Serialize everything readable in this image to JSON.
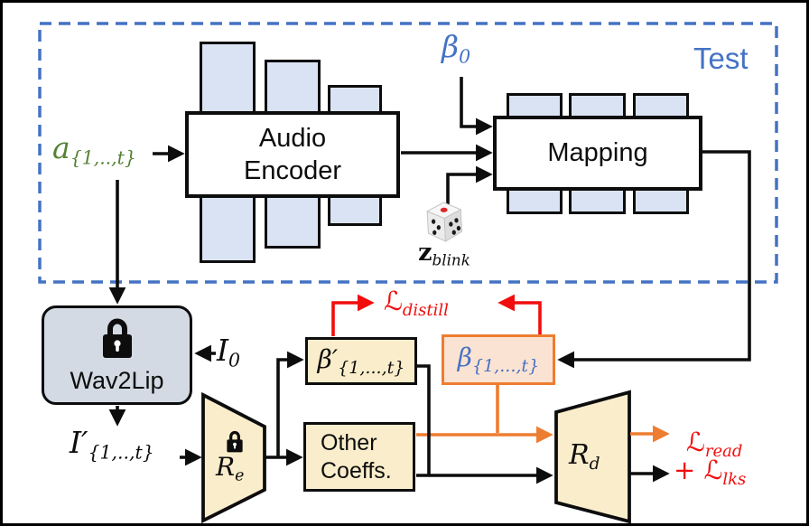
{
  "colors": {
    "ink": "#0d0d0d",
    "blue": "#4472C4",
    "green": "#548235",
    "red": "#F20D0D",
    "orange": "#ED7D31",
    "light_blue": "#DAE3F3",
    "light_yellow": "#FAEDCB",
    "light_peach": "#FBE3D3",
    "gray_blue": "#D3DAE4"
  },
  "test_region": {
    "label": "Test"
  },
  "nodes": {
    "audio_encoder": {
      "line1": "Audio",
      "line2": "Encoder"
    },
    "mapping": {
      "label": "Mapping"
    },
    "wav2lip": {
      "label": "Wav2Lip"
    },
    "beta_prime_box": {
      "main": "β′",
      "sub": "{1,...,t}"
    },
    "beta_box": {
      "main": "β",
      "sub": "{1,...,t}"
    },
    "other_coeffs": {
      "line1": "Other",
      "line2": "Coeffs."
    },
    "encoder_re": {
      "main": "R",
      "sub": "e"
    },
    "decoder_rd": {
      "main": "R",
      "sub": "d"
    }
  },
  "labels": {
    "audio_input": {
      "main": "a",
      "sub": "{1,..,t}"
    },
    "beta_zero": {
      "main": "β",
      "sub": "0"
    },
    "z_blink": {
      "main": "z",
      "sub": "blink"
    },
    "identity_input": {
      "main": "I",
      "sub": "0"
    },
    "generated_frames": {
      "main": "I′",
      "sub": "{1,..,t}"
    },
    "loss_distill": {
      "main": "ℒ",
      "sub": "distill"
    },
    "loss_read": {
      "main": "ℒ",
      "sub": "read"
    },
    "loss_lks": {
      "prefix": "+ ",
      "main": "ℒ",
      "sub": "lks"
    }
  },
  "icons": {
    "wav2lip_lock": "lock",
    "re_lock": "lock",
    "dice": "dice"
  }
}
